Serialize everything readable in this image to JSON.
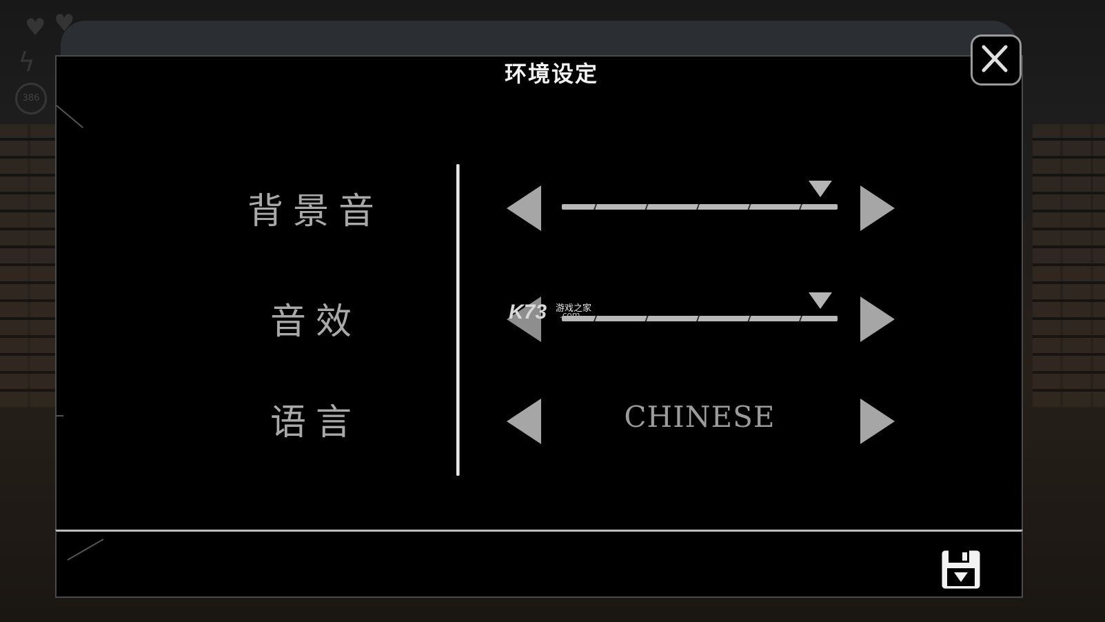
{
  "dialog": {
    "title": "环境设定",
    "close_icon": "close-x-icon",
    "save_icon": "floppy-save-icon"
  },
  "settings": {
    "bgm": {
      "label": "背景音",
      "level": 1.0
    },
    "sfx": {
      "label": "音效",
      "level": 1.0
    },
    "language": {
      "label": "语言",
      "value": "CHINESE"
    }
  },
  "hud": {
    "coin_count": "386"
  },
  "watermark": {
    "logo": "K73",
    "text": "游戏之家",
    "domain": ".com"
  },
  "colors": {
    "panel": "#000000",
    "tab": "#2b2e33",
    "arrow": "#a6a6a6",
    "label": "#a9a9a9"
  }
}
